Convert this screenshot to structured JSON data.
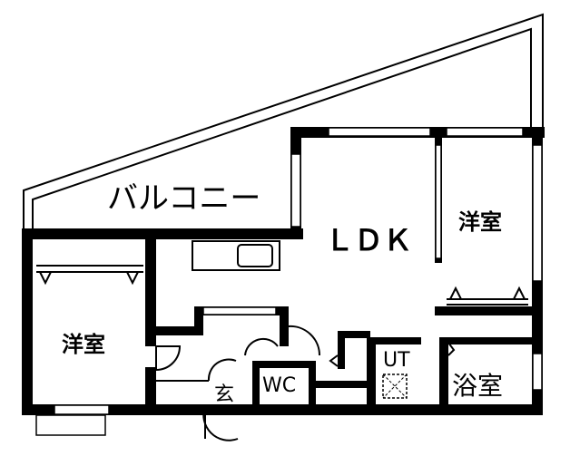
{
  "rooms": {
    "balcony": "バルコニー",
    "ldk": "ＬＤＫ",
    "western_room_right": "洋室",
    "western_room_left": "洋室",
    "utility": "UT",
    "bathroom": "浴室",
    "toilet": "WC",
    "entrance": "玄"
  },
  "colors": {
    "wall": "#000000",
    "background": "#ffffff"
  }
}
